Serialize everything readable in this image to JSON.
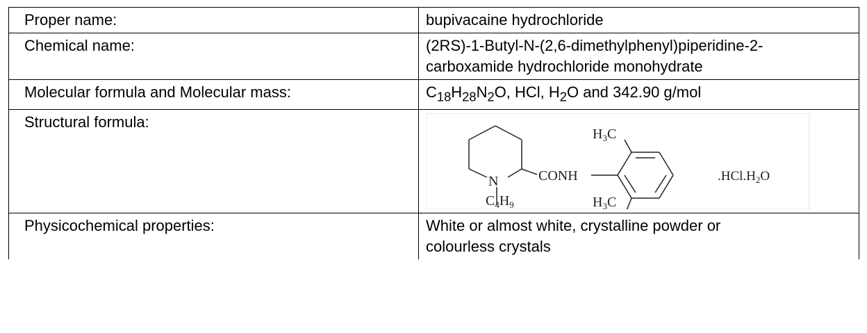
{
  "rows": {
    "proper_name": {
      "label": "Proper name:",
      "value": "bupivacaine hydrochloride"
    },
    "chemical_name": {
      "label": "Chemical name:",
      "value_line1": "(2RS)-1-Butyl-N-(2,6-dimethylphenyl)piperidine-2-",
      "value_line2": "carboxamide hydrochloride monohydrate"
    },
    "molecular": {
      "label": "Molecular formula and Molecular mass:",
      "c": "C",
      "c_sub": "18",
      "h": "H",
      "h_sub": "28",
      "n": "N",
      "n_sub": "2",
      "o_part": "O, HCl, H",
      "h2o_sub": "2",
      "tail": "O and 342.90 g/mol"
    },
    "structural": {
      "label": "Structural formula:",
      "atom_n": "N",
      "group_conh": "CONH",
      "group_c4h9": "C",
      "c4h9_sub1": "4",
      "c4h9_h": "H",
      "c4h9_sub2": "9",
      "methyl_top": "H",
      "methyl_top_sub": "3",
      "methyl_top_c": "C",
      "methyl_bottom": "H",
      "methyl_bottom_sub": "3",
      "methyl_bottom_c": "C",
      "salt": ".HCl.H",
      "salt_sub": "2",
      "salt_o": "O"
    },
    "physicochemical": {
      "label": "Physicochemical properties:",
      "value_line1": "White or almost white, crystalline powder or",
      "value_line2": "colourless crystals"
    }
  }
}
